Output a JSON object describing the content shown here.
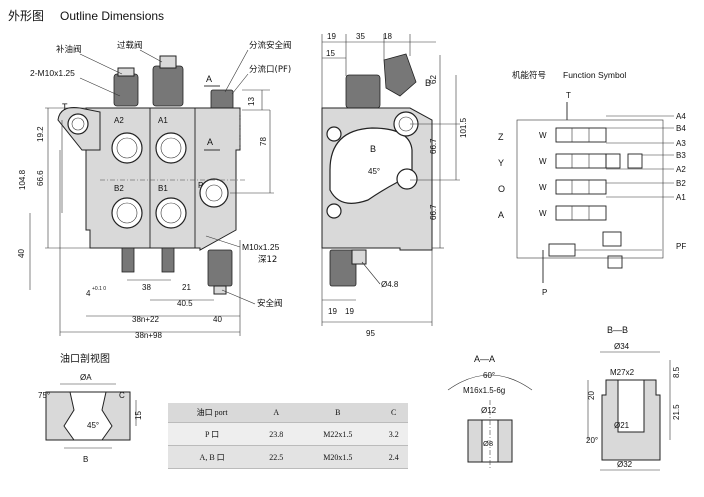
{
  "header": {
    "title_cn": "外形图",
    "title_en": "Outline Dimensions"
  },
  "front_view": {
    "label_replenish": "补油阀",
    "label_overload": "过载阀",
    "label_thread": "2-M10x1.25",
    "label_T": "T",
    "label_A2": "A2",
    "label_A1": "A1",
    "label_B2": "B2",
    "label_B1": "B1",
    "label_P": "P",
    "label_A_sec": "A",
    "label_A_sec2": "A",
    "label_m10": "M10x1.25",
    "label_depth": "深12",
    "label_safety": "安全阀",
    "label_diverter_safety": "分流安全阀",
    "label_diverter_port": "分流口(PF)",
    "dims": {
      "d19_2": "19.2",
      "d104_8": "104.8",
      "d66_6": "66.6",
      "d40": "40",
      "d4": "4",
      "d_tol": "+0.1\n0",
      "d38": "38",
      "d21": "21",
      "d40_5": "40.5",
      "d38n22": "38n+22",
      "d38n98": "38n+98",
      "d40b": "40",
      "d13": "13",
      "d78": "78"
    }
  },
  "side_view": {
    "label_B_top": "B",
    "label_B_mid": "B",
    "label_45": "45°",
    "label_phi48": "Ø4.8",
    "dims": {
      "d19a": "19",
      "d35": "35",
      "d18": "18",
      "d15": "15",
      "d62": "62",
      "d101_5": "101.5",
      "d66_7a": "66.7",
      "d66_7b": "66.7",
      "d19b": "19",
      "d19c": "19",
      "d95": "95"
    }
  },
  "function_symbol": {
    "title_cn": "机能符号",
    "title_en": "Function Symbol",
    "left_labels": [
      "Z",
      "Y",
      "O",
      "A"
    ],
    "right_labels": [
      "A4",
      "B4",
      "A3",
      "B3",
      "A2",
      "B2",
      "A1"
    ],
    "label_T": "T",
    "label_P": "P",
    "label_PF": "PF",
    "label_W": "W"
  },
  "port_section": {
    "title": "油口剖视图",
    "label_phiA": "ØA",
    "label_75": "75°",
    "label_45": "45°",
    "label_C": "C",
    "label_15": "15",
    "label_B": "B"
  },
  "port_table": {
    "headers": [
      "油口 port",
      "A",
      "B",
      "C"
    ],
    "rows": [
      [
        "P 口",
        "23.8",
        "M22x1.5",
        "3.2"
      ],
      [
        "A, B 口",
        "22.5",
        "M20x1.5",
        "2.4"
      ]
    ]
  },
  "section_aa": {
    "title": "A—A",
    "label_60": "60°",
    "label_thread": "M16x1.5-6g",
    "label_phi12": "Ø12",
    "label_phi8": "Ø8"
  },
  "section_bb": {
    "title": "B—B",
    "label_phi34": "Ø34",
    "label_thread": "M27x2",
    "label_8_5": "8.5",
    "label_20": "20",
    "label_21_5": "21.5",
    "label_phi21": "Ø21",
    "label_20deg": "20°",
    "label_phi32": "Ø32"
  }
}
